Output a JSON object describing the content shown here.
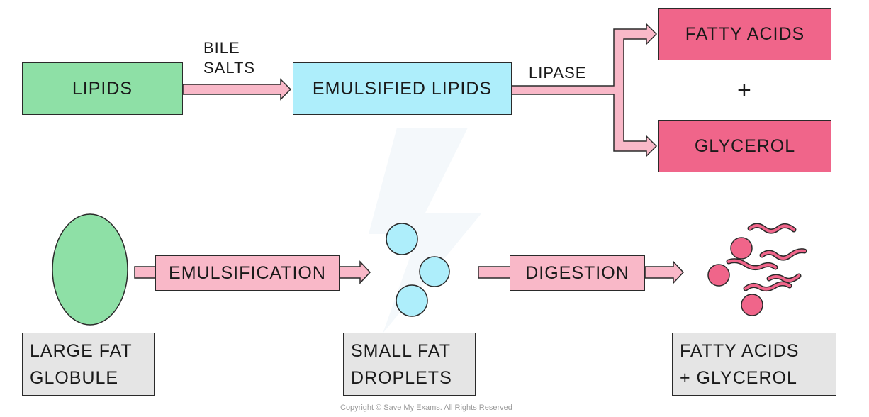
{
  "top_flow": {
    "lipids": "LIPIDS",
    "bile_salts": "BILE\nSALTS",
    "emulsified_lipids": "EMULSIFIED LIPIDS",
    "lipase": "LIPASE",
    "fatty_acids": "FATTY ACIDS",
    "plus": "+",
    "glycerol": "GLYCEROL"
  },
  "bottom_flow": {
    "emulsification": "EMULSIFICATION",
    "digestion": "DIGESTION",
    "large_fat_globule": "LARGE FAT\nGLOBULE",
    "small_fat_droplets": "SMALL FAT\nDROPLETS",
    "fatty_acids_glycerol": "FATTY ACIDS\n+ GLYCEROL"
  },
  "copyright": "Copyright © Save My Exams. All Rights Reserved",
  "colors": {
    "lipids": "#8ee0a6",
    "emulsified": "#aeeefb",
    "products": "#f0658a",
    "arrow": "#f9b8c8",
    "label_box": "#e5e5e5"
  }
}
